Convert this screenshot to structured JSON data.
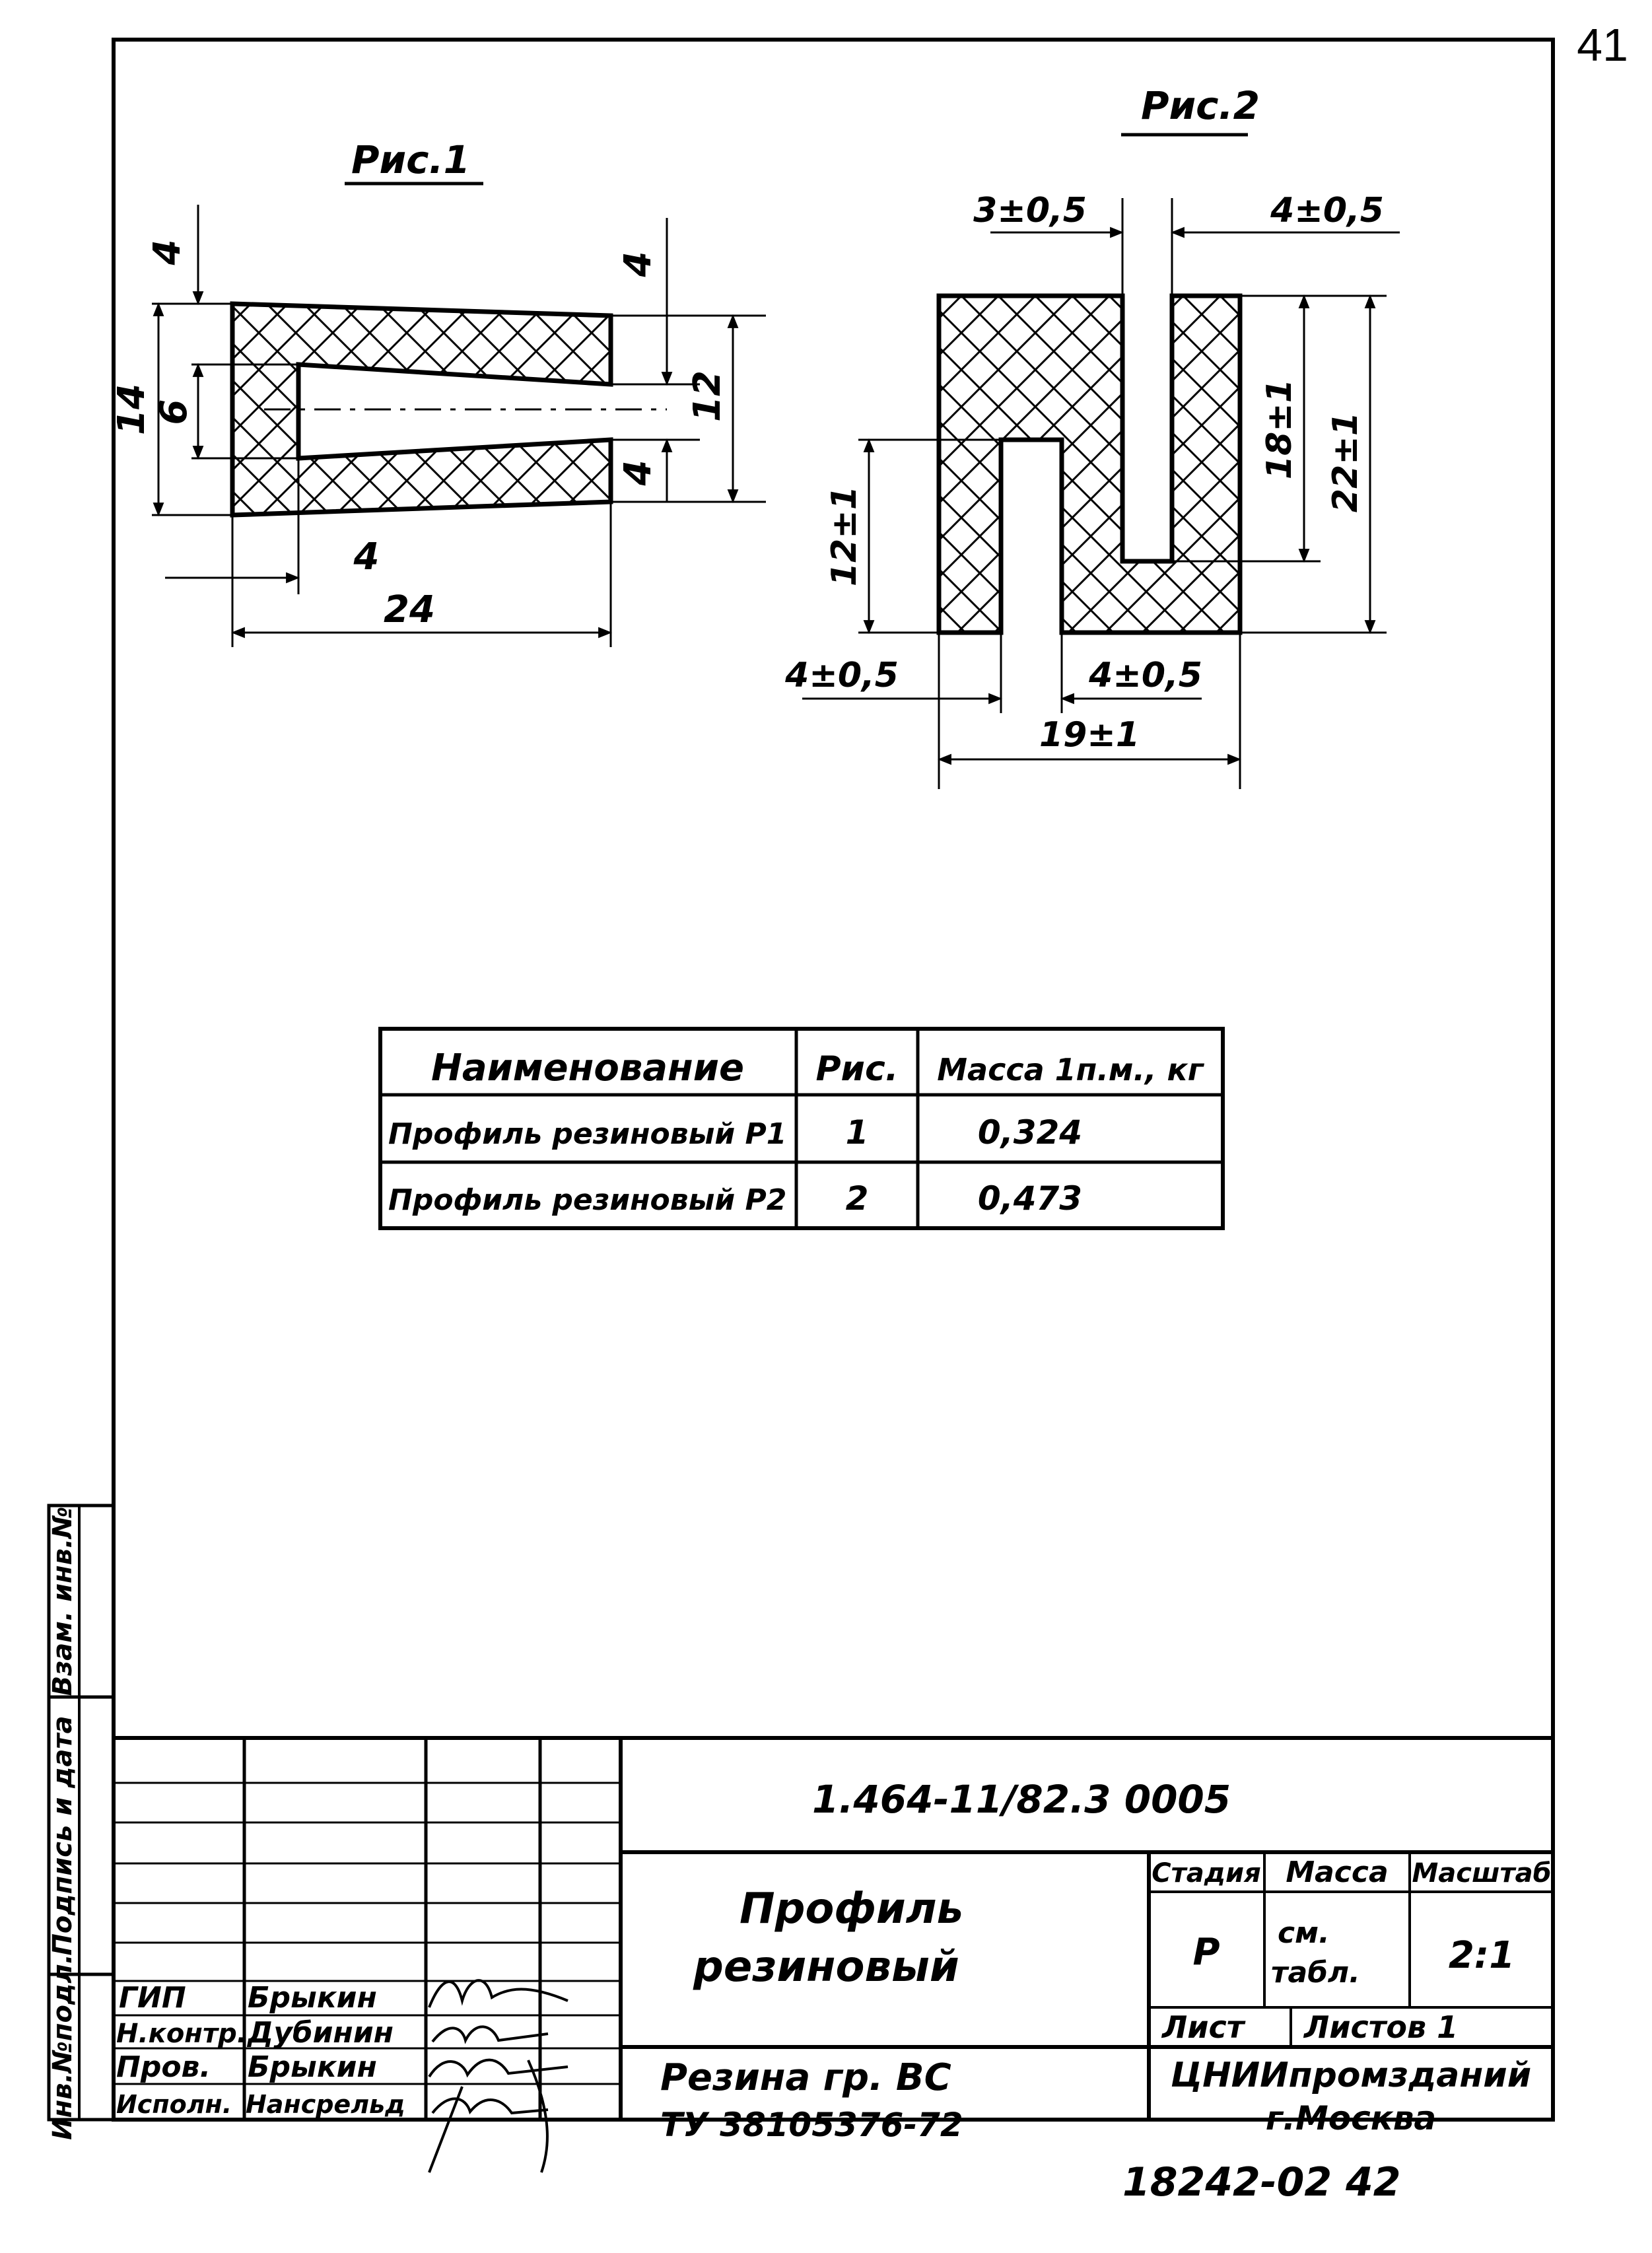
{
  "page_number": "41",
  "figures": {
    "fig1": {
      "title": "Рис.1",
      "dims": {
        "top": "4",
        "height_outer": "14",
        "height_slot": "6",
        "right_top": "4",
        "right_height": "12",
        "right_bottom": "4",
        "slot_offset": "4",
        "length": "24"
      }
    },
    "fig2": {
      "title": "Рис.2",
      "dims": {
        "top_left": "3±0,5",
        "top_right": "4±0,5",
        "height_slot_top": "18±1",
        "height_total": "22±1",
        "height_slot_bottom": "12±1",
        "bottom_left": "4±0,5",
        "bottom_right": "4±0,5",
        "width": "19±1"
      }
    }
  },
  "spec_table": {
    "headers": [
      "Наименование",
      "Рис.",
      "Масса 1п.м., кг"
    ],
    "rows": [
      [
        "Профиль резиновый Р1",
        "1",
        "0,324"
      ],
      [
        "Профиль резиновый Р2",
        "2",
        "0,473"
      ]
    ]
  },
  "side_stamp": [
    "Инв.№подл.",
    "Подпись и дата",
    "Взам. инв.№"
  ],
  "title_block": {
    "doc_code": "1.464-11/82.3 0005",
    "name": [
      "Профиль",
      "резиновый"
    ],
    "material": [
      "Резина гр. ВС",
      "ТУ 38105376-72"
    ],
    "headers": {
      "stage": "Стадия",
      "mass": "Масса",
      "scale": "Масштаб",
      "sheet": "Лист",
      "sheets": "Листов 1"
    },
    "values": {
      "stage": "Р",
      "mass": [
        "см.",
        "табл."
      ],
      "scale": "2:1"
    },
    "org": [
      "ЦНИИпромзданий",
      "г.Москва"
    ],
    "signers": [
      {
        "role": "ГИП",
        "name": "Брыкин"
      },
      {
        "role": "Н.контр.",
        "name": "Дубинин"
      },
      {
        "role": "Пров.",
        "name": "Брыкин"
      },
      {
        "role": "Исполн.",
        "name": "Нансрельд"
      }
    ]
  },
  "footer": "18242-02   42"
}
